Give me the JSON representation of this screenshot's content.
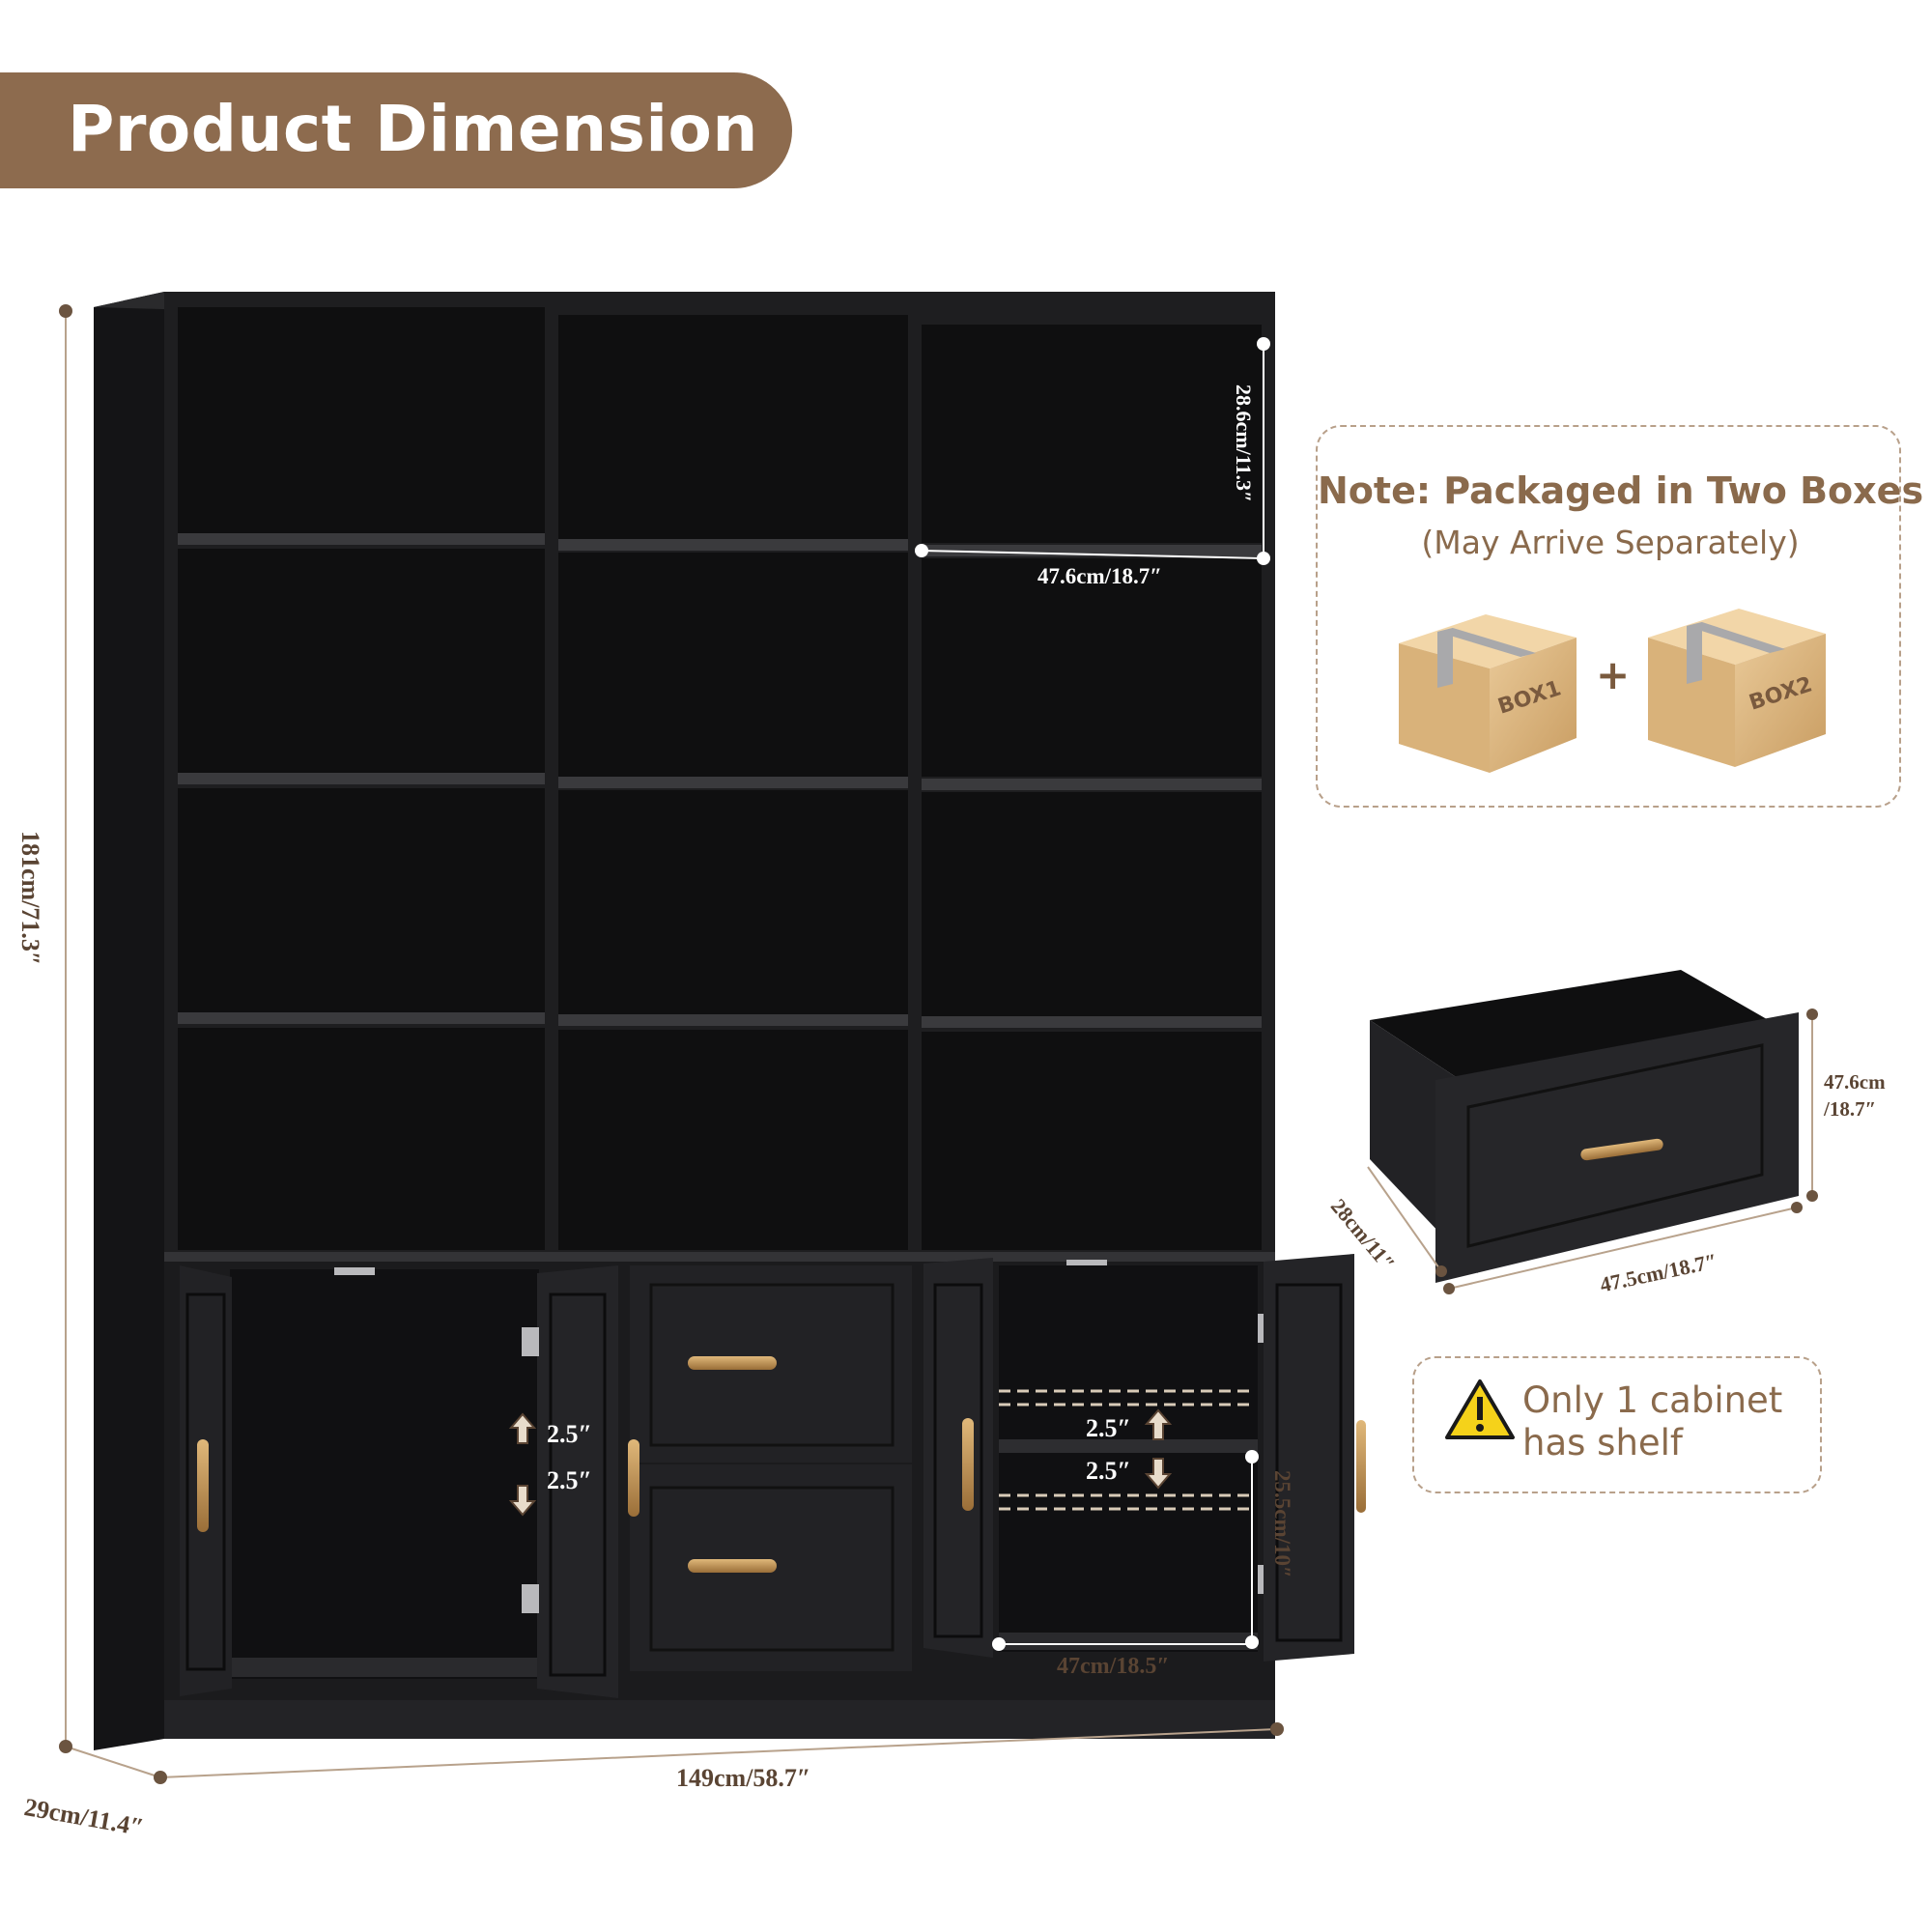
{
  "header": {
    "title": "Product Dimension"
  },
  "dimensions": {
    "overall_height": "181cm/71.3″",
    "overall_width": "149cm/58.7″",
    "overall_depth": "29cm/11.4″",
    "cube_height": "28.6cm/11.3″",
    "cube_width": "47.6cm/18.7″",
    "shelf_adjust_up": "2.5″",
    "shelf_adjust_down": "2.5″",
    "cabinet_height": "25.5cm/10″",
    "cabinet_width": "47cm/18.5″"
  },
  "drawer": {
    "height_cm": "47.6cm",
    "height_in": "/18.7″",
    "width": "47.5cm/18.7″",
    "depth": "28cm/11″"
  },
  "note": {
    "title": "Note: Packaged in Two Boxes",
    "subtitle": "(May Arrive Separately)",
    "plus": "+",
    "box1": "BOX1",
    "box2": "BOX2"
  },
  "warning": {
    "text": "Only 1 cabinet has shelf"
  },
  "colors": {
    "banner": "#8d6b4e",
    "cabinet_black": "#1c1c1e",
    "handle_brass": "#b8894f",
    "dimension_text": "#5a4433"
  }
}
